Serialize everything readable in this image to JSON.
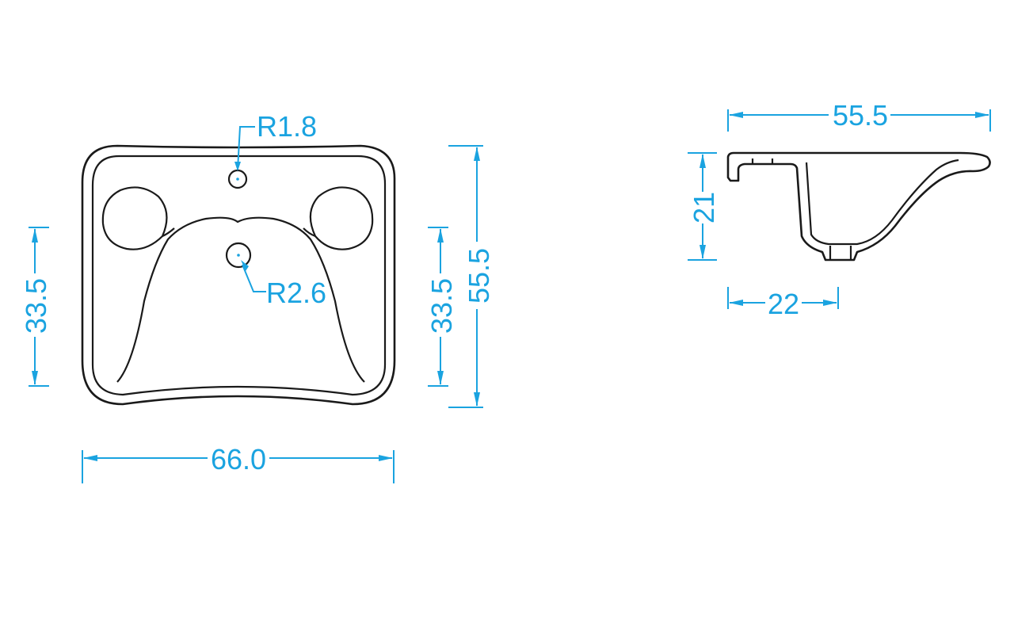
{
  "colors": {
    "dimension": "#1aa3e0",
    "outline": "#1a1a1a",
    "background": "#ffffff"
  },
  "top_view": {
    "width_label": "66.0",
    "height_label": "55.5",
    "left_offset_label": "33.5",
    "right_offset_label": "33.5",
    "small_hole_label": "R1.8",
    "large_hole_label": "R2.6"
  },
  "side_view": {
    "length_label": "55.5",
    "depth_label": "21",
    "bowl_width_label": "22"
  }
}
